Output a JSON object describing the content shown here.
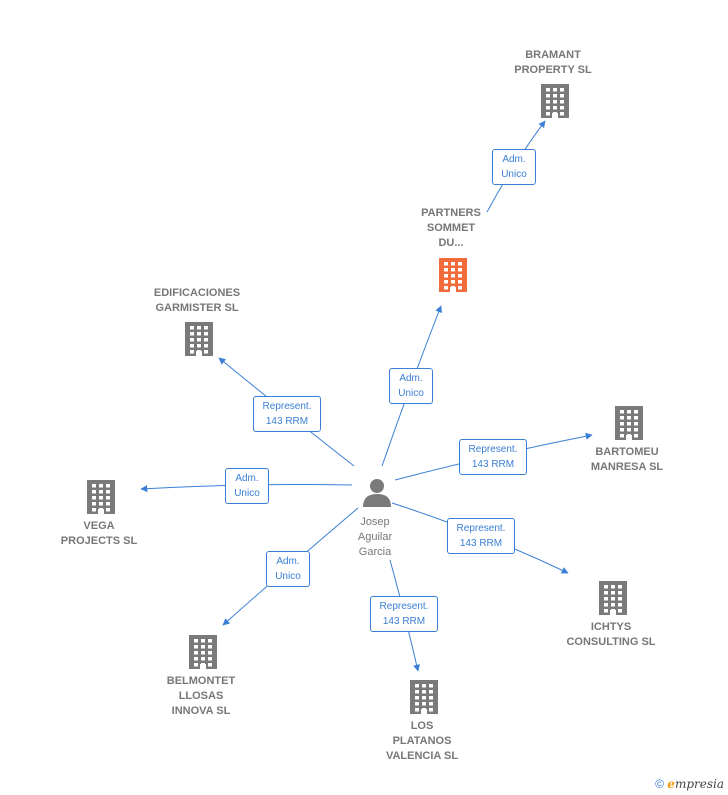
{
  "colors": {
    "edge": "#3a7fd5",
    "company": "#7a7a7a",
    "highlight": "#f26b3a",
    "person": "#7a7a7a"
  },
  "center": {
    "name": "Josep\nAguilar\nGarcia",
    "icon": "person-icon"
  },
  "companies": [
    {
      "id": "bramant",
      "name": "BRAMANT\nPROPERTY  SL",
      "highlight": false
    },
    {
      "id": "partners",
      "name": "PARTNERS\nSOMMET\nDU...",
      "highlight": true
    },
    {
      "id": "edificaciones",
      "name": "EDIFICACIONES\nGARMISTER SL",
      "highlight": false
    },
    {
      "id": "bartomeu",
      "name": "BARTOMEU\nMANRESA SL",
      "highlight": false
    },
    {
      "id": "vega",
      "name": "VEGA\nPROJECTS  SL",
      "highlight": false
    },
    {
      "id": "ichtys",
      "name": "ICHTYS\nCONSULTING SL",
      "highlight": false
    },
    {
      "id": "belmontet",
      "name": "BELMONTET\nLLOSAS\nINNOVA  SL",
      "highlight": false
    },
    {
      "id": "platanos",
      "name": "LOS\nPLATANOS\nVALENCIA SL",
      "highlight": false
    }
  ],
  "edges": [
    {
      "from": "partners",
      "to": "bramant",
      "label": "Adm.\nUnico"
    },
    {
      "from": "center",
      "to": "partners",
      "label": "Adm.\nUnico"
    },
    {
      "from": "center",
      "to": "edificaciones",
      "label": "Represent.\n143 RRM"
    },
    {
      "from": "center",
      "to": "bartomeu",
      "label": "Represent.\n143 RRM"
    },
    {
      "from": "center",
      "to": "vega",
      "label": "Adm.\nUnico"
    },
    {
      "from": "center",
      "to": "ichtys",
      "label": "Represent.\n143 RRM"
    },
    {
      "from": "center",
      "to": "belmontet",
      "label": "Adm.\nUnico"
    },
    {
      "from": "center",
      "to": "platanos",
      "label": "Represent.\n143 RRM"
    }
  ],
  "footer": {
    "copyright": "©",
    "brand_first": "e",
    "brand_rest": "mpresia"
  }
}
